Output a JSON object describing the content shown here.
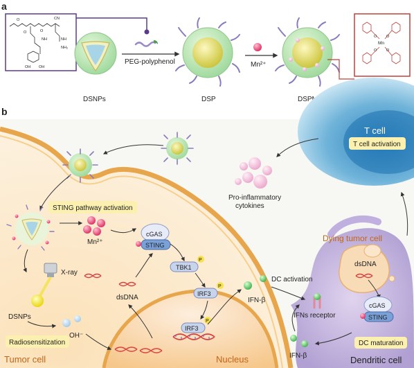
{
  "panel_a": {
    "letter": "a",
    "polymer": {
      "atoms": [
        "O",
        "O",
        "CN",
        "O",
        "NH",
        "NH",
        "NH₂",
        "OH",
        "OH"
      ]
    },
    "linker_label": "PEG-polyphenol",
    "dsnps_label": "DSNPs",
    "dsp_label": "DSP",
    "mn_label": "Mn²⁺",
    "dspm_label": "DSPM",
    "complex": {
      "atoms": [
        "O",
        "O",
        "O",
        "O",
        "Mn"
      ]
    }
  },
  "panel_b": {
    "letter": "b",
    "t_cell": "T cell",
    "t_cell_activation": "T cell activation",
    "cytokines": "Pro-inflammatory\ncytokines",
    "sting_activation": "STING pathway activation",
    "mn_ion": "Mn²⁺",
    "cgas": "cGAS",
    "sting": "STING",
    "tbk1": "TBK1",
    "p": "P",
    "irf3": "IRF3",
    "xray": "X-ray",
    "dsnps": "DSNPs",
    "dsdna": "dsDNA",
    "oh": "OH⁻",
    "radiosensitization": "Radiosensitization",
    "tumor_cell": "Tumor cell",
    "nucleus": "Nucleus",
    "ifn_beta": "IFN-β",
    "dc_activation": "DC activation",
    "ifns_receptor": "IFNs receptor",
    "dying_tumor_cell": "Dying tumor cell",
    "dc_dsdna": "dsDNA",
    "dc_cgas": "cGAS",
    "dc_sting": "STING",
    "dc_maturation": "DC maturation",
    "dc_ifn_beta": "IFN-β",
    "dendritic_cell": "Dendritic cell"
  },
  "colors": {
    "frame_purple": "#5a3a8a",
    "frame_red": "#c0403a",
    "tumor_orange": "#e8a64c",
    "label_orange": "#c0661a",
    "tcell_blue": "#6fb3d9",
    "dc_purple": "#c8b8e0",
    "highlight_yellow": "#fbf0b0",
    "np_yellow": "#d8d24a",
    "np_green": "#bde8b0",
    "mn_pink": "#e03a6a"
  }
}
